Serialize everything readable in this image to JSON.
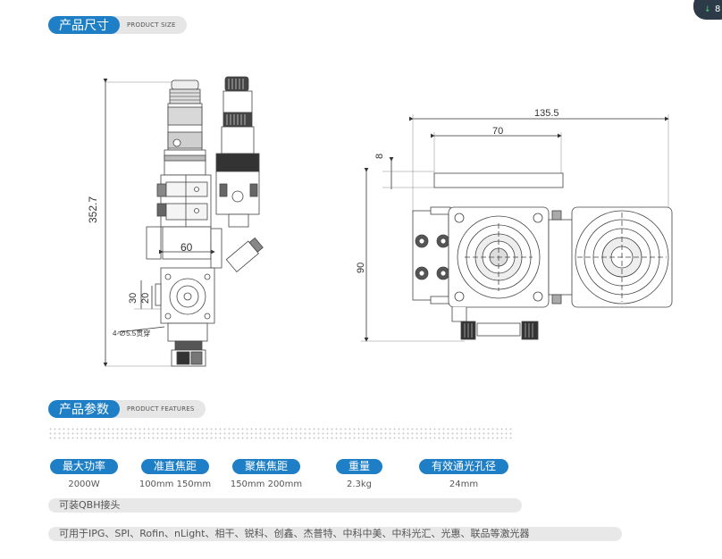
{
  "section_size": {
    "cn": "产品尺寸",
    "en": "PRODUCT SIZE"
  },
  "section_features": {
    "cn": "产品参数",
    "en": "PRODUCT FEATURES"
  },
  "dimensions": {
    "height": "352.7",
    "width_60": "60",
    "d30": "30",
    "d20": "20",
    "hole_note": "4-∅5.5贯穿",
    "d135": "135.5",
    "d70": "70",
    "d8": "8",
    "d90": "90"
  },
  "specs": [
    {
      "label": "最大功率",
      "value": "2000W"
    },
    {
      "label": "准直焦距",
      "value": "100mm 150mm"
    },
    {
      "label": "聚焦焦距",
      "value": "150mm 200mm"
    },
    {
      "label": "重量",
      "value": "2.3kg"
    },
    {
      "label": "有效通光孔径",
      "value": "24mm"
    }
  ],
  "notes": [
    "可装QBH接头",
    "可用于IPG、SPI、Rofin、nLight、相干、锐科、创鑫、杰普特、中科中美、中科光汇、光惠、联品等激光器"
  ],
  "corner_badge": {
    "arrow": "↓",
    "count": "8"
  },
  "colors": {
    "accent": "#1f7fc6",
    "pill_grey": "#e6e6e6",
    "line": "#555555"
  }
}
